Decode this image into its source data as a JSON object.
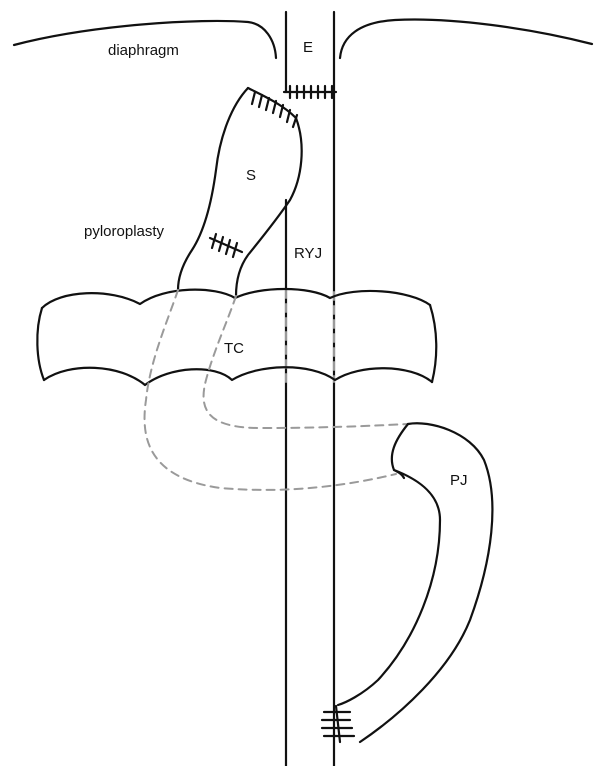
{
  "labels": {
    "diaphragm": "diaphragm",
    "esophagus": "E",
    "stomach": "S",
    "pyloroplasty": "pyloroplasty",
    "roux_y_jejunum": "RYJ",
    "transverse_colon": "TC",
    "proximal_jejunum": "PJ"
  },
  "colors": {
    "line": "#111111",
    "hidden_line": "#9a9a9a",
    "background": "#ffffff"
  }
}
